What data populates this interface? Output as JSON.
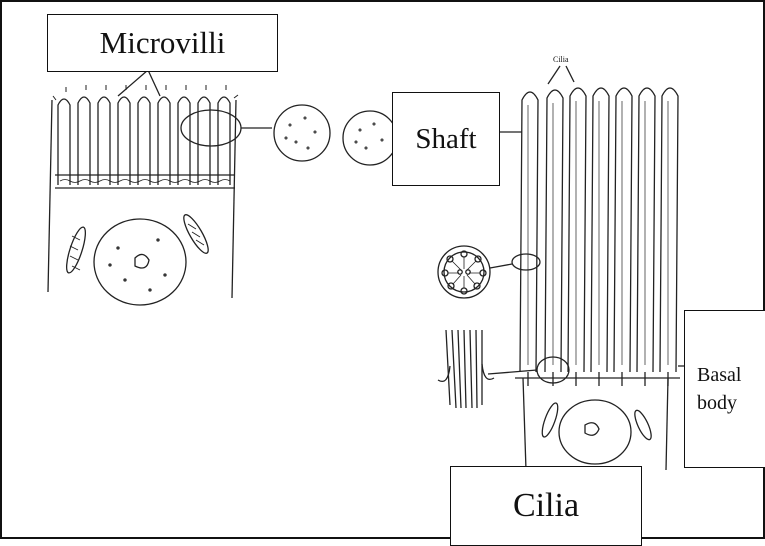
{
  "labels": {
    "microvilli": "Microvilli",
    "shaft": "Shaft",
    "basal_line1": "Basal",
    "basal_line2": "body",
    "cilia": "Cilia",
    "cilia_small": "Cilia"
  }
}
